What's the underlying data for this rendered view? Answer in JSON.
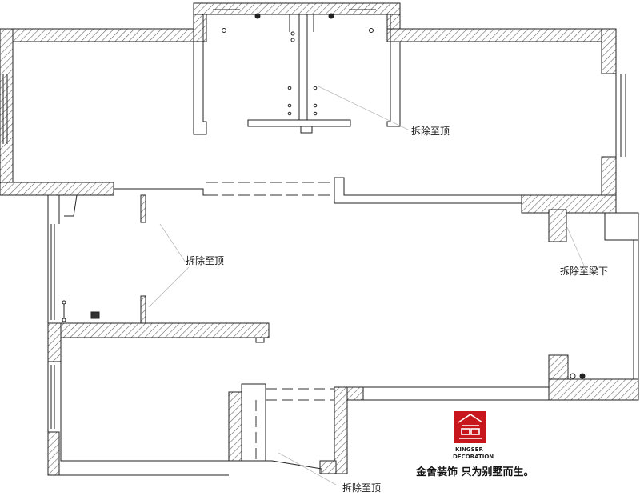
{
  "annotations": {
    "top_room": "拆除至顶",
    "middle": "拆除至顶",
    "right": "拆除至梁下",
    "bottom": "拆除至顶"
  },
  "logo": {
    "name_line1": "KINGSER",
    "name_line2": "DECORATION",
    "slogan": "金舍装饰 只为别墅而生。",
    "brand_color": "#c8161d"
  },
  "colors": {
    "wall_line": "#222222",
    "hatch": "#555555",
    "guide_line": "#bbbbbb"
  }
}
